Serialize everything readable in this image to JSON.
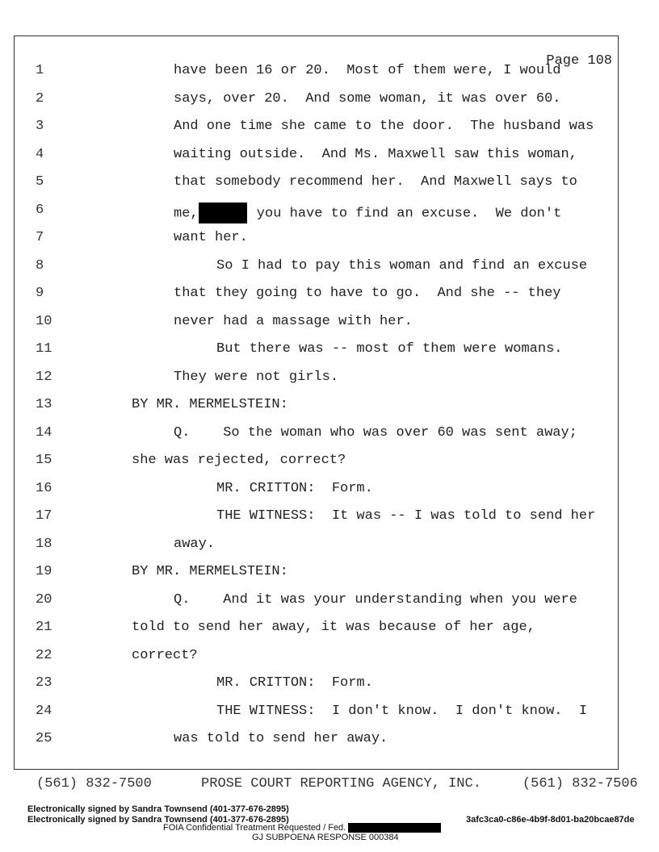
{
  "page_label": "Page 108",
  "lines": [
    {
      "n": "1",
      "indent": "a",
      "text": "have been 16 or 20.  Most of them were, I would"
    },
    {
      "n": "2",
      "indent": "a",
      "text": "says, over 20.  And some woman, it was over 60."
    },
    {
      "n": "3",
      "indent": "a",
      "text": "And one time she came to the door.  The husband was"
    },
    {
      "n": "4",
      "indent": "a",
      "text": "waiting outside.  And Ms. Maxwell saw this woman,"
    },
    {
      "n": "5",
      "indent": "a",
      "text": "that somebody recommend her.  And Maxwell says to"
    },
    {
      "n": "6",
      "indent": "a",
      "text": ""
    },
    {
      "n": "7",
      "indent": "a",
      "text": "want her."
    },
    {
      "n": "8",
      "indent": "b",
      "text": "So I had to pay this woman and find an excuse"
    },
    {
      "n": "9",
      "indent": "a",
      "text": "that they going to have to go.  And she -- they"
    },
    {
      "n": "10",
      "indent": "a",
      "text": "never had a massage with her."
    },
    {
      "n": "11",
      "indent": "b",
      "text": "But there was -- most of them were womans."
    },
    {
      "n": "12",
      "indent": "a",
      "text": "They were not girls."
    },
    {
      "n": "13",
      "indent": "c",
      "text": "BY MR. MERMELSTEIN:"
    },
    {
      "n": "14",
      "indent": "a",
      "text": "Q.    So the woman who was over 60 was sent away;"
    },
    {
      "n": "15",
      "indent": "c",
      "text": "she was rejected, correct?"
    },
    {
      "n": "16",
      "indent": "b",
      "text": "MR. CRITTON:  Form."
    },
    {
      "n": "17",
      "indent": "b",
      "text": "THE WITNESS:  It was -- I was told to send her"
    },
    {
      "n": "18",
      "indent": "a",
      "text": "away."
    },
    {
      "n": "19",
      "indent": "c",
      "text": "BY MR. MERMELSTEIN:"
    },
    {
      "n": "20",
      "indent": "a",
      "text": "Q.    And it was your understanding when you were"
    },
    {
      "n": "21",
      "indent": "c",
      "text": "told to send her away, it was because of her age,"
    },
    {
      "n": "22",
      "indent": "c",
      "text": "correct?"
    },
    {
      "n": "23",
      "indent": "b",
      "text": "MR. CRITTON:  Form."
    },
    {
      "n": "24",
      "indent": "b",
      "text": "THE WITNESS:  I don't know.  I don't know.  I"
    },
    {
      "n": "25",
      "indent": "a",
      "text": "was told to send her away."
    }
  ],
  "line6": {
    "before": "me,",
    "after": " you have to find an excuse.  We don't"
  },
  "footer": {
    "phone_left": "(561) 832-7500",
    "agency": "PROSE COURT REPORTING AGENCY, INC.",
    "phone_right": "(561) 832-7506"
  },
  "signature": {
    "line1": "Electronically signed by Sandra Townsend (401-377-676-2895)",
    "line2": "Electronically signed by Sandra Townsend (401-377-676-2895)",
    "hash": "3afc3ca0-c86e-4b9f-8d01-ba20bcae87de"
  },
  "foia": "FOIA Confidential Treatment Requested / Fed.",
  "bates": "GJ SUBPOENA RESPONSE 000384"
}
